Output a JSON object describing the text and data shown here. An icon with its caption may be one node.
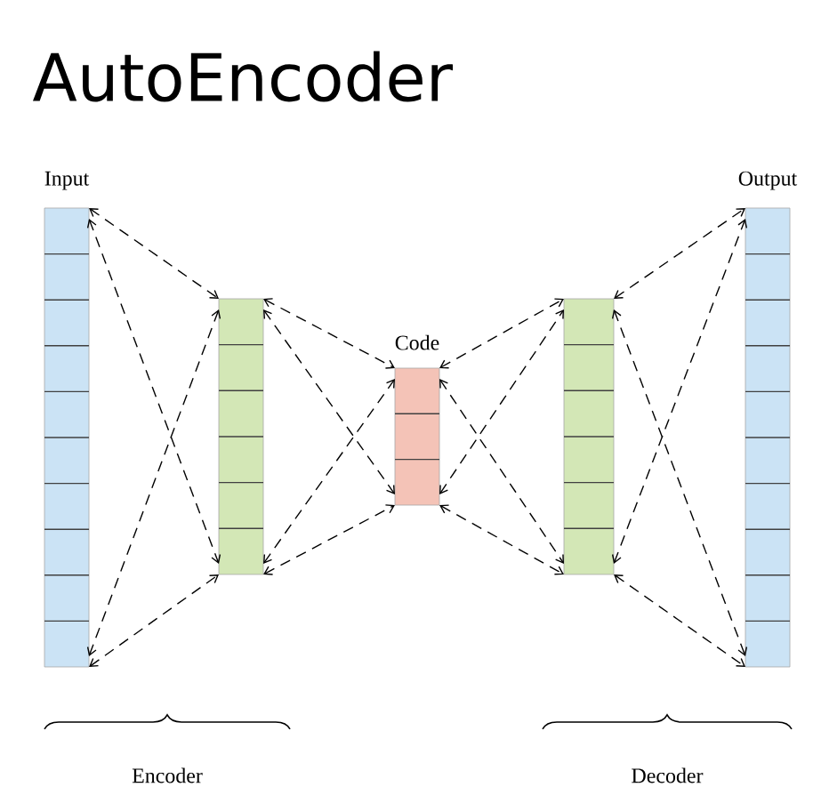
{
  "diagram": {
    "title": "AutoEncoder",
    "nodes": [
      {
        "text": [
          "Input"
        ]
      },
      {
        "text": [],
        "shape": "bar"
      },
      {
        "text": [
          "Code"
        ]
      },
      {
        "text": [],
        "shape": "bar"
      },
      {
        "text": [
          "Output"
        ]
      }
    ],
    "edges": [
      {
        "from": 0,
        "to": 1,
        "arrow": "both",
        "style": "dashed"
      },
      {
        "from": 0,
        "to": 1,
        "arrow": "both",
        "style": "dashed"
      },
      {
        "from": 0,
        "to": 1,
        "arrow": "both",
        "style": "dashed"
      },
      {
        "from": 0,
        "to": 1,
        "arrow": "both",
        "style": "dashed"
      },
      {
        "from": 1,
        "to": 2,
        "arrow": "both",
        "style": "dashed"
      },
      {
        "from": 1,
        "to": 2,
        "arrow": "both",
        "style": "dashed"
      },
      {
        "from": 1,
        "to": 2,
        "arrow": "both",
        "style": "dashed"
      },
      {
        "from": 1,
        "to": 2,
        "arrow": "both",
        "style": "dashed"
      },
      {
        "from": 2,
        "to": 3,
        "arrow": "both",
        "style": "dashed"
      },
      {
        "from": 2,
        "to": 3,
        "arrow": "both",
        "style": "dashed"
      },
      {
        "from": 2,
        "to": 3,
        "arrow": "both",
        "style": "dashed"
      },
      {
        "from": 2,
        "to": 3,
        "arrow": "both",
        "style": "dashed"
      },
      {
        "from": 3,
        "to": 4,
        "arrow": "both",
        "style": "dashed"
      },
      {
        "from": 3,
        "to": 4,
        "arrow": "both",
        "style": "dashed"
      },
      {
        "from": 3,
        "to": 4,
        "arrow": "both",
        "style": "dashed"
      },
      {
        "from": 3,
        "to": 4,
        "arrow": "both",
        "style": "dashed"
      }
    ],
    "labels": [
      "Encoder",
      "Decoder"
    ]
  }
}
